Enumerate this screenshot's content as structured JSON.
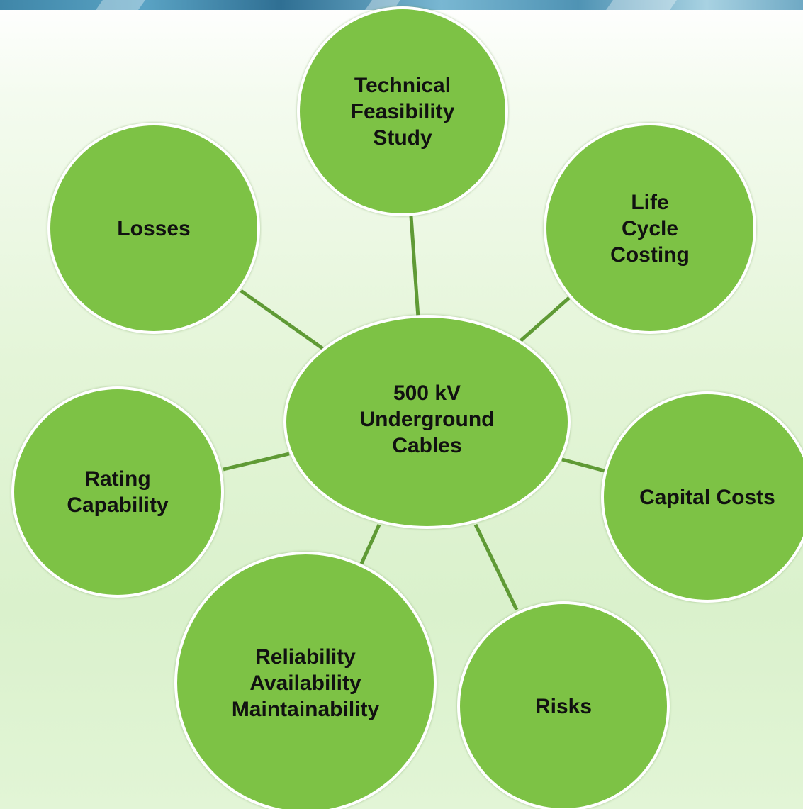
{
  "diagram": {
    "center": {
      "label": "500 kV\nUnderground\nCables"
    },
    "nodes": [
      {
        "id": "technical-feasibility-study",
        "label": "Technical\nFeasibility\nStudy"
      },
      {
        "id": "life-cycle-costing",
        "label": "Life\nCycle\nCosting"
      },
      {
        "id": "capital-costs",
        "label": "Capital Costs"
      },
      {
        "id": "risks",
        "label": "Risks"
      },
      {
        "id": "reliability-availability-maintainability",
        "label": "Reliability\nAvailability\nMaintainability"
      },
      {
        "id": "rating-capability",
        "label": "Rating\nCapability"
      },
      {
        "id": "losses",
        "label": "Losses"
      }
    ]
  },
  "colors": {
    "node_fill": "#7dc245",
    "node_border": "#ffffff",
    "connector": "#5f9a35",
    "label_text": "#111111"
  }
}
